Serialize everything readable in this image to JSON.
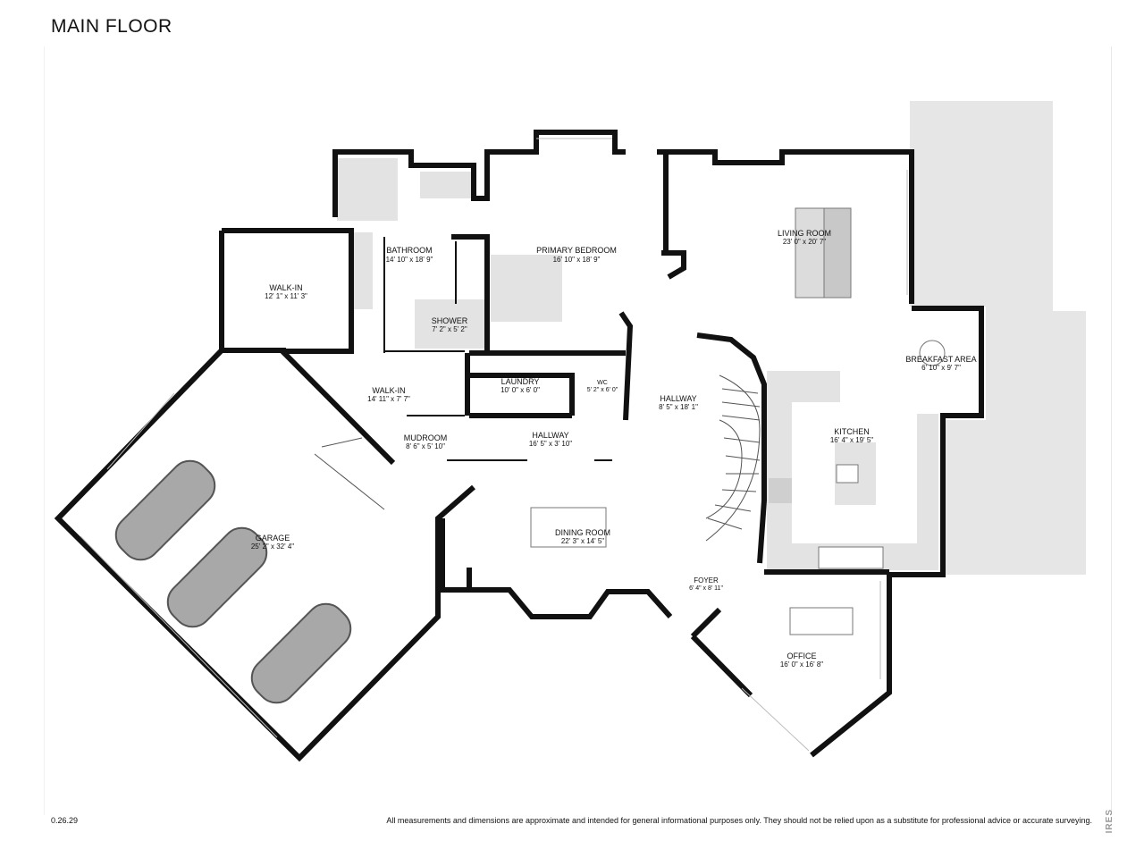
{
  "header": {
    "title": "MAIN FLOOR"
  },
  "rooms": {
    "bathroom": {
      "name": "BATHROOM",
      "dim": "14' 10\" x 18' 9\""
    },
    "primary_bedroom": {
      "name": "PRIMARY BEDROOM",
      "dim": "16' 10\" x 18' 9\""
    },
    "living_room": {
      "name": "LIVING ROOM",
      "dim": "23' 0\" x 20' 7\""
    },
    "walkin_1": {
      "name": "WALK-IN",
      "dim": "12' 1\" x 11' 3\""
    },
    "shower": {
      "name": "SHOWER",
      "dim": "7' 2\" x 5' 2\""
    },
    "breakfast": {
      "name": "BREAKFAST AREA",
      "dim": "6' 10\" x 9' 7\""
    },
    "laundry": {
      "name": "LAUNDRY",
      "dim": "10' 0\" x 6' 0\""
    },
    "wc": {
      "name": "WC",
      "dim": "5' 2\" x 6' 0\""
    },
    "walkin_2": {
      "name": "WALK-IN",
      "dim": "14' 11\" x 7' 7\""
    },
    "hallway_1": {
      "name": "HALLWAY",
      "dim": "8' 5\" x 18' 1\""
    },
    "kitchen": {
      "name": "KITCHEN",
      "dim": "16' 4\" x 19' 5\""
    },
    "mudroom": {
      "name": "MUDROOM",
      "dim": "8' 6\" x 5' 10\""
    },
    "hallway_2": {
      "name": "HALLWAY",
      "dim": "16' 5\" x 3' 10\""
    },
    "garage": {
      "name": "GARAGE",
      "dim": "25' 2\" x 32' 4\""
    },
    "dining": {
      "name": "DINING ROOM",
      "dim": "22' 3\" x 14' 5\""
    },
    "foyer": {
      "name": "FOYER",
      "dim": "6' 4\" x 8' 11\""
    },
    "office": {
      "name": "OFFICE",
      "dim": "16' 0\" x 16' 8\""
    }
  },
  "footer": {
    "version": "0.26.29",
    "disclaimer": "All measurements and dimensions are approximate and intended for general informational purposes only. They should not be relied upon as a substitute for professional advice or accurate surveying.",
    "watermark": "IRES"
  },
  "colors": {
    "wall": "#111111",
    "fixture": "#e3e3e3",
    "deck": "#e6e6e6",
    "car": "#a8a8a8"
  }
}
